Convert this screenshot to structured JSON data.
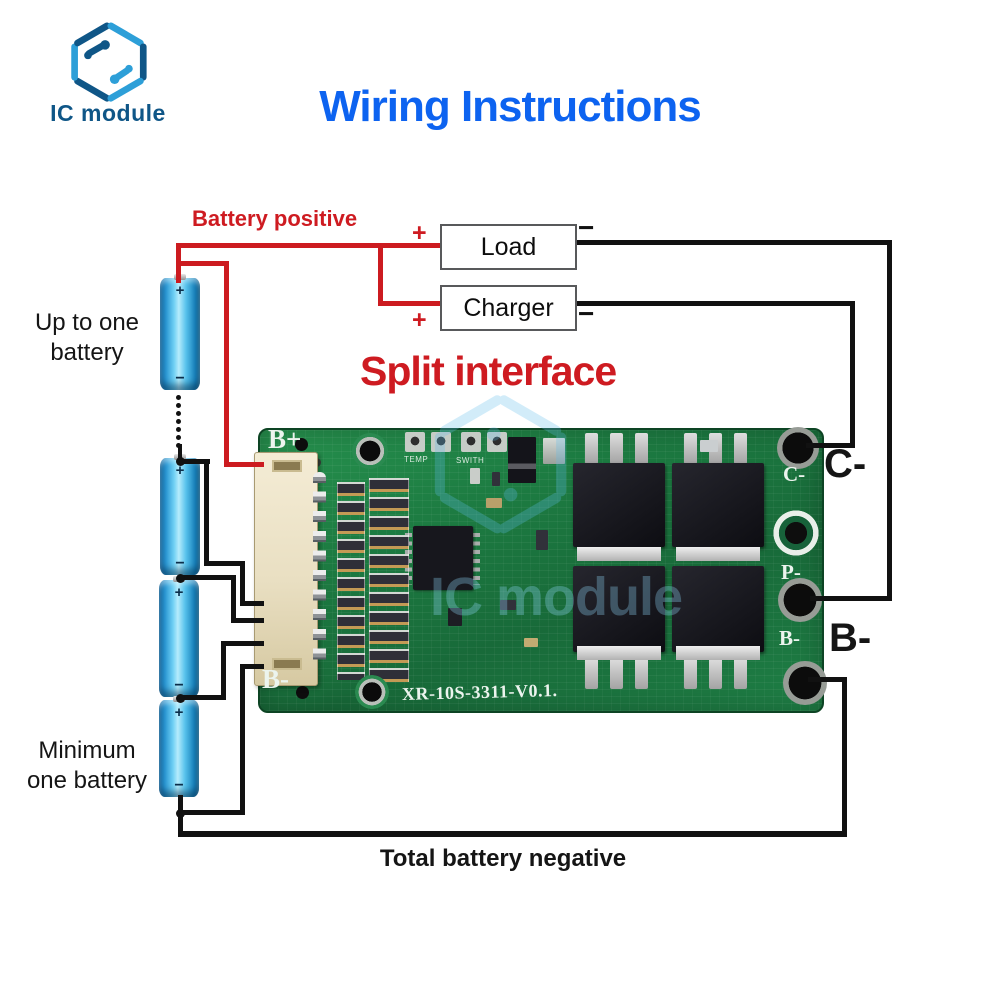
{
  "header": {
    "brand": "IC module",
    "title": "Wiring Instructions"
  },
  "labels": {
    "battery_positive": "Battery positive",
    "split_interface": "Split interface",
    "total_battery_negative": "Total battery negative",
    "up_to_one_battery": [
      "Up to one",
      "battery"
    ],
    "minimum_one_battery": [
      "Minimum",
      "one battery"
    ],
    "load": "Load",
    "charger": "Charger",
    "plus": "+",
    "minus": "−",
    "terminal_c": "C-",
    "terminal_b": "B-"
  },
  "board": {
    "silkscreen": {
      "b_plus": "B+",
      "b_minus_bottom": "B-",
      "model": "XR-10S-3311-V0.1.",
      "temp": "TEMP",
      "switch": "SWITH",
      "c_minus": "C-",
      "p_minus": "P-",
      "b_minus": "B-"
    }
  },
  "battery": {
    "plus": "+",
    "minus": "−"
  },
  "watermark": {
    "text": "IC module"
  },
  "colors": {
    "title_blue": "#0d63f0",
    "accent_red": "#ce1b21",
    "wire_red": "#cc1b20",
    "wire_black": "#111111",
    "board_green": "#1f7a45",
    "logo_dark": "#0f5687",
    "logo_light": "#2d9fd8",
    "battery_blue": "#2b97d3"
  }
}
